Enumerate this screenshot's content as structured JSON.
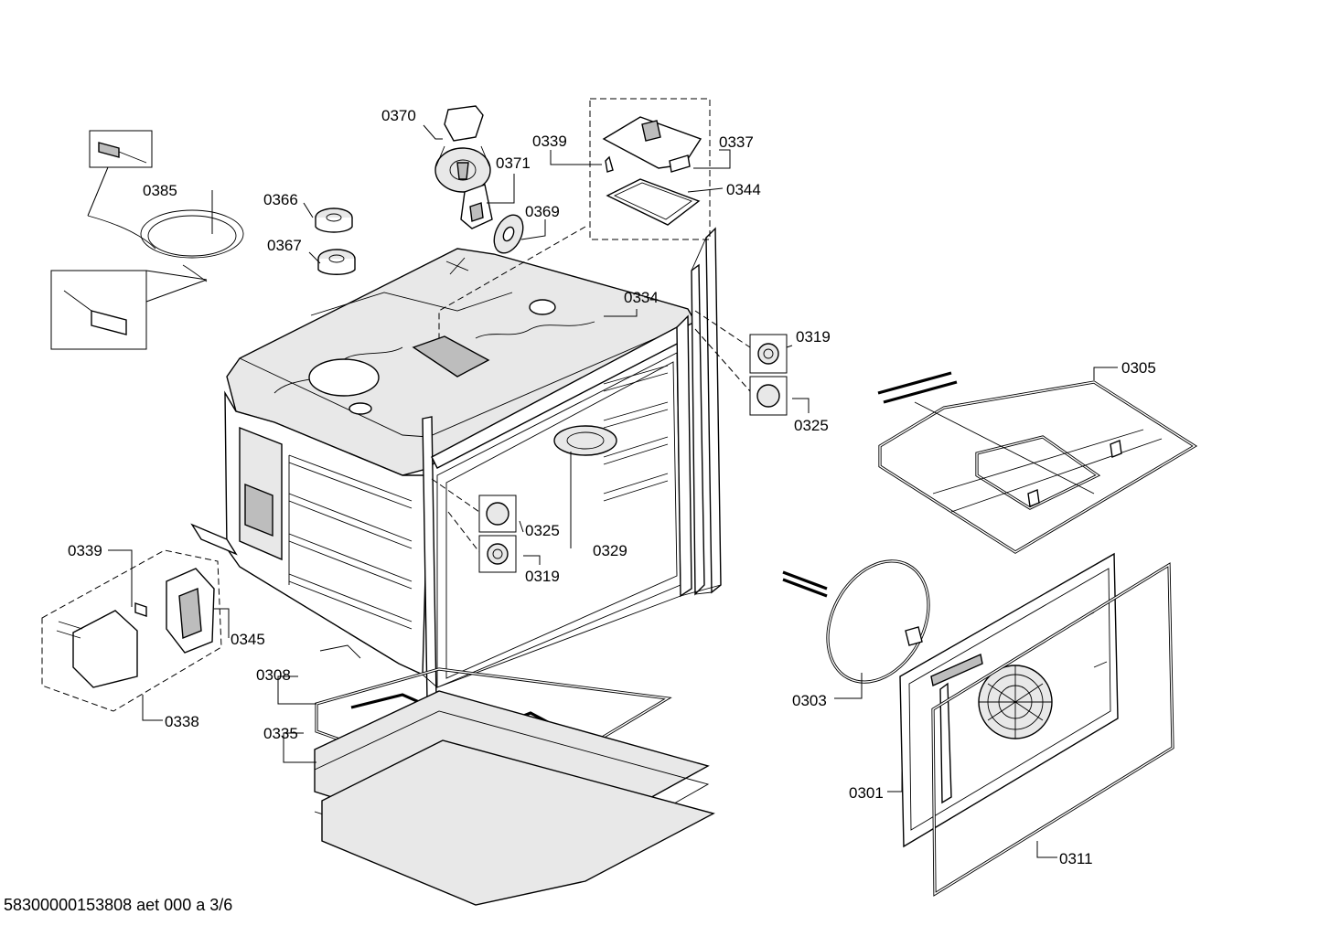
{
  "labels": {
    "p0370": "0370",
    "p0339_top": "0339",
    "p0337": "0337",
    "p0371": "0371",
    "p0344": "0344",
    "p0385": "0385",
    "p0366": "0366",
    "p0369": "0369",
    "p0367": "0367",
    "p0334": "0334",
    "p0319_top": "0319",
    "p0305": "0305",
    "p0325_right": "0325",
    "p0325_mid": "0325",
    "p0329": "0329",
    "p0319_mid": "0319",
    "p0339_left": "0339",
    "p0345": "0345",
    "p0308": "0308",
    "p0303": "0303",
    "p0338": "0338",
    "p0335": "0335",
    "p0301": "0301",
    "p0311": "0311"
  },
  "footer": {
    "document_ref": "58300000153808 aet 000 a 3/6"
  }
}
